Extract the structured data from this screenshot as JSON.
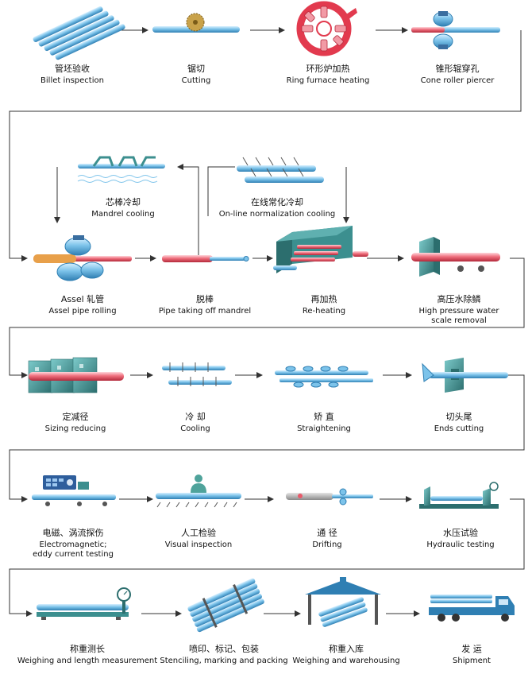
{
  "steps": [
    {
      "zh": "管坯验收",
      "en": "Billet inspection",
      "icon": "billet-icon"
    },
    {
      "zh": "锯切",
      "en": "Cutting",
      "icon": "saw-icon"
    },
    {
      "zh": "环形炉加热",
      "en": "Ring furnace heating",
      "icon": "ring-furnace-icon"
    },
    {
      "zh": "锥形辊穿孔",
      "en": "Cone roller piercer",
      "icon": "piercer-icon"
    },
    {
      "zh": "芯棒冷却",
      "en": "Mandrel cooling",
      "icon": "mandrel-cooling-icon"
    },
    {
      "zh": "在线常化冷却",
      "en": "On-line normalization cooling",
      "icon": "normalization-icon"
    },
    {
      "zh": "Assel 轧管",
      "en": "Assel pipe rolling",
      "icon": "assel-rolling-icon"
    },
    {
      "zh": "脱棒",
      "en": "Pipe taking off mandrel",
      "icon": "mandrel-removal-icon"
    },
    {
      "zh": "再加热",
      "en": "Re-heating",
      "icon": "reheating-furnace-icon"
    },
    {
      "zh": "高压水除鳞",
      "en": "High pressure water scale removal",
      "icon": "descaling-icon"
    },
    {
      "zh": "定减径",
      "en": "Sizing reducing",
      "icon": "sizing-mill-icon"
    },
    {
      "zh": "冷 却",
      "en": "Cooling",
      "icon": "cooling-bed-icon"
    },
    {
      "zh": "矫 直",
      "en": "Straightening",
      "icon": "straightener-icon"
    },
    {
      "zh": "切头尾",
      "en": "Ends cutting",
      "icon": "end-cutter-icon"
    },
    {
      "zh": "电磁、涡流探伤",
      "en": "Electromagnetic; eddy current testing",
      "icon": "eddy-current-icon"
    },
    {
      "zh": "人工检验",
      "en": "Visual inspection",
      "icon": "inspector-icon"
    },
    {
      "zh": "通 径",
      "en": "Drifting",
      "icon": "drift-icon"
    },
    {
      "zh": "水压试验",
      "en": "Hydraulic testing",
      "icon": "hydraulic-test-icon"
    },
    {
      "zh": "称重测长",
      "en": "Weighing and length measurement",
      "icon": "scale-icon"
    },
    {
      "zh": "喷印、标记、包装",
      "en": "Stenciling, marking and packing",
      "icon": "bundle-icon"
    },
    {
      "zh": "称重入库",
      "en": "Weighing and warehousing",
      "icon": "warehouse-icon"
    },
    {
      "zh": "发 运",
      "en": "Shipment",
      "icon": "truck-icon"
    }
  ],
  "colors": {
    "pipe": "#6fb6e0",
    "pipe_hot": "#e85a6a",
    "machine": "#3c8f8f",
    "arrow": "#333333"
  }
}
